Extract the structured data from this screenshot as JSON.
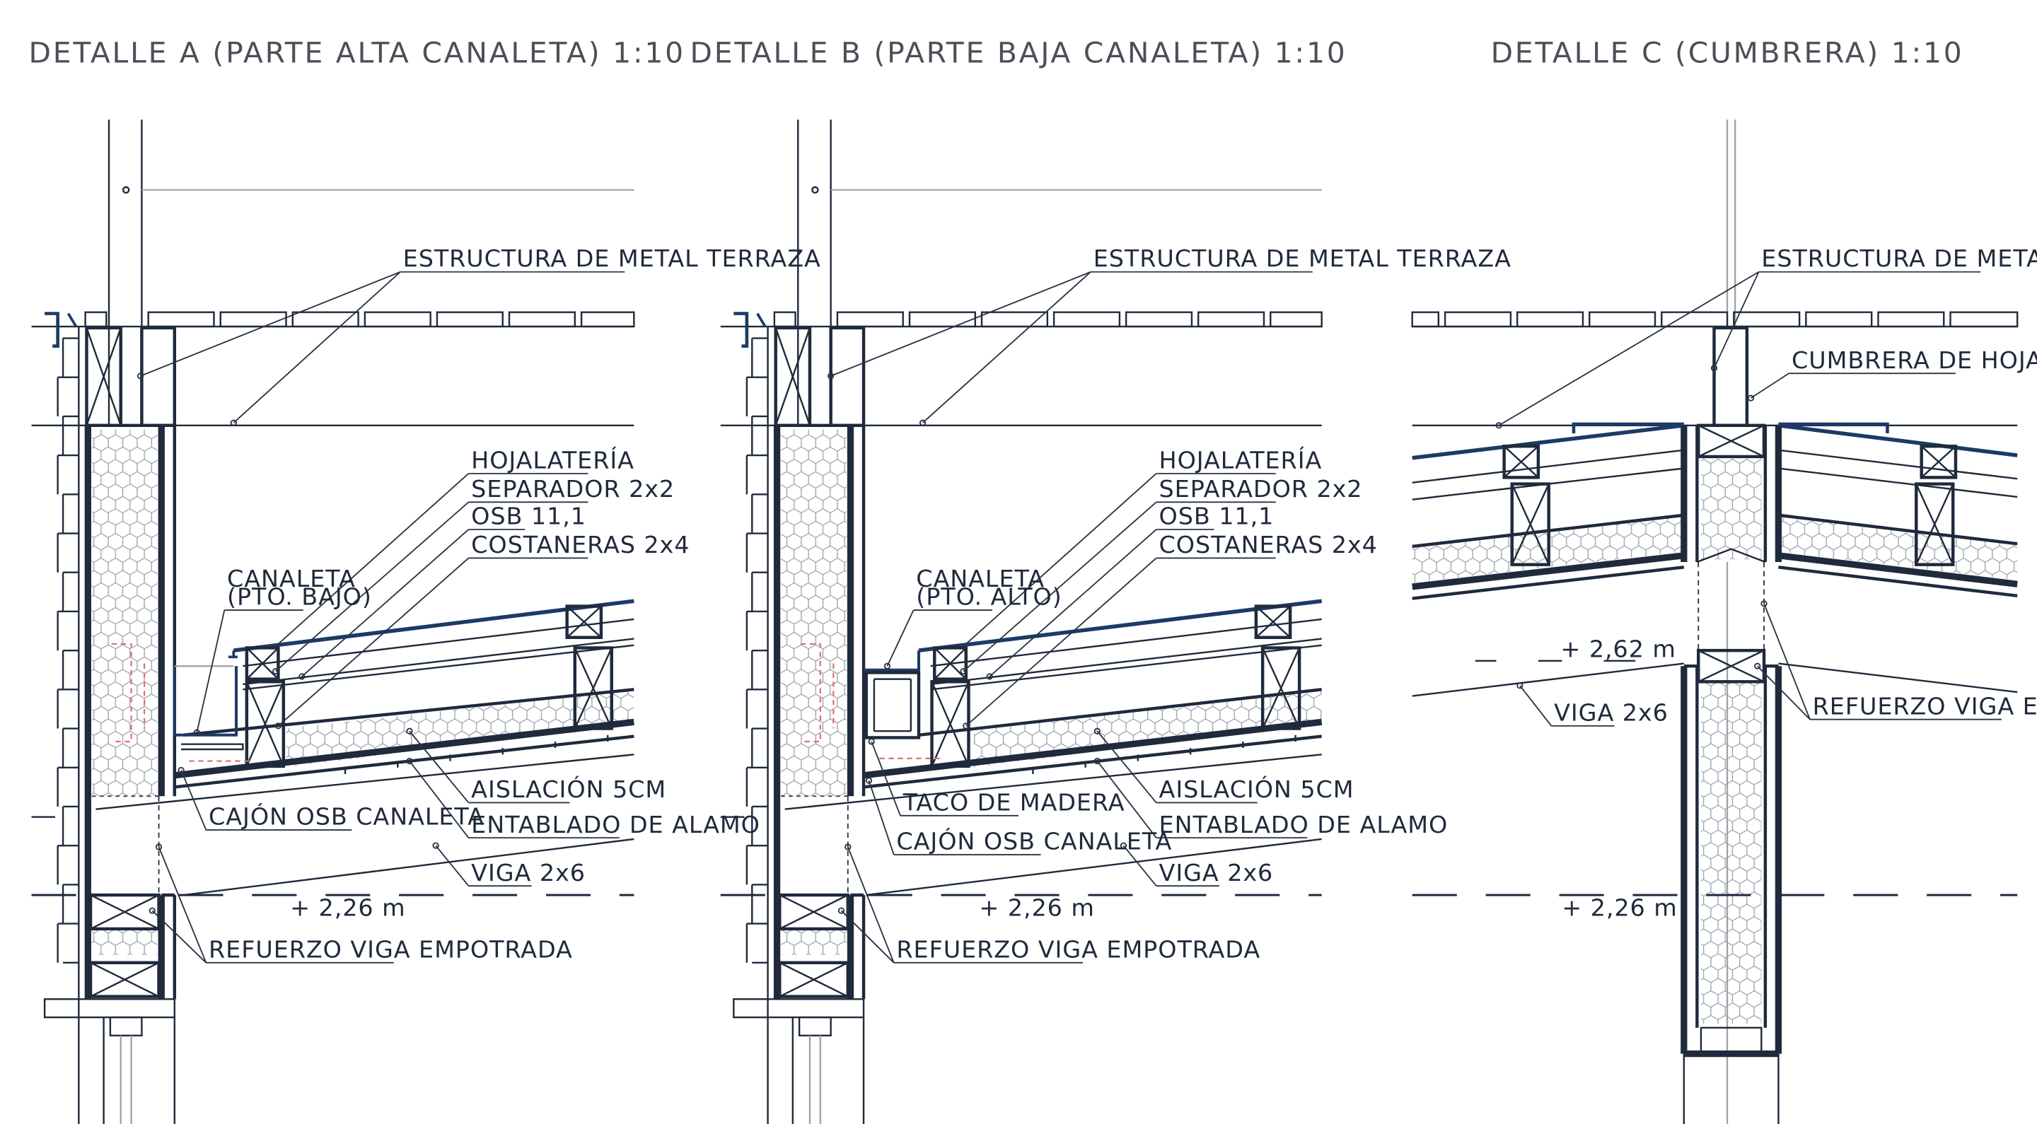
{
  "details": [
    {
      "id": "A",
      "title": "DETALLE A (PARTE ALTA CANALETA) 1:10",
      "canaleta_label": [
        "CANALETA",
        "(PTO. BAJO)"
      ],
      "labels": {
        "estructura": "ESTRUCTURA DE METAL TERRAZA",
        "hojalateria": "HOJALATERÍA",
        "separador": "SEPARADOR 2x2",
        "osb": "OSB 11,1",
        "costaneras": "COSTANERAS 2x4",
        "aislacion": "AISLACIÓN 5CM",
        "entablado": "ENTABLADO DE ALAMO",
        "cajon": "CAJÓN OSB CANALETA",
        "viga": "VIGA 2x6",
        "refuerzo": "REFUERZO VIGA EMPOTRADA",
        "level": "+ 2,26 m"
      }
    },
    {
      "id": "B",
      "title": "DETALLE B  (PARTE BAJA CANALETA) 1:10",
      "canaleta_label": [
        "CANALETA",
        "(PTO. ALTO)"
      ],
      "labels": {
        "estructura": "ESTRUCTURA DE METAL TERRAZA",
        "hojalateria": "HOJALATERÍA",
        "separador": "SEPARADOR 2x2",
        "osb": "OSB 11,1",
        "costaneras": "COSTANERAS 2x4",
        "aislacion": "AISLACIÓN 5CM",
        "entablado": "ENTABLADO DE ALAMO",
        "taco": "TACO DE MADERA",
        "cajon": "CAJÓN OSB CANALETA",
        "viga": "VIGA 2x6",
        "refuerzo": "REFUERZO VIGA EMPOTRADA",
        "level": "+ 2,26 m"
      }
    },
    {
      "id": "C",
      "title": "DETALLE C (CUMBRERA) 1:10",
      "labels": {
        "estructura": "ESTRUCTURA DE METAL TERRAZA",
        "cumbrera": "CUMBRERA DE HOJALATA",
        "level_top": "+ 2,62 m",
        "viga": "VIGA 2x6",
        "refuerzo": "REFUERZO VIGA EMPOTRADA",
        "level": "+ 2,26 m"
      }
    }
  ],
  "colors": {
    "ink": "#1f2a3c",
    "flashing": "#1d3a66",
    "title": "#4a4f58",
    "guide_red": "#e07070"
  }
}
